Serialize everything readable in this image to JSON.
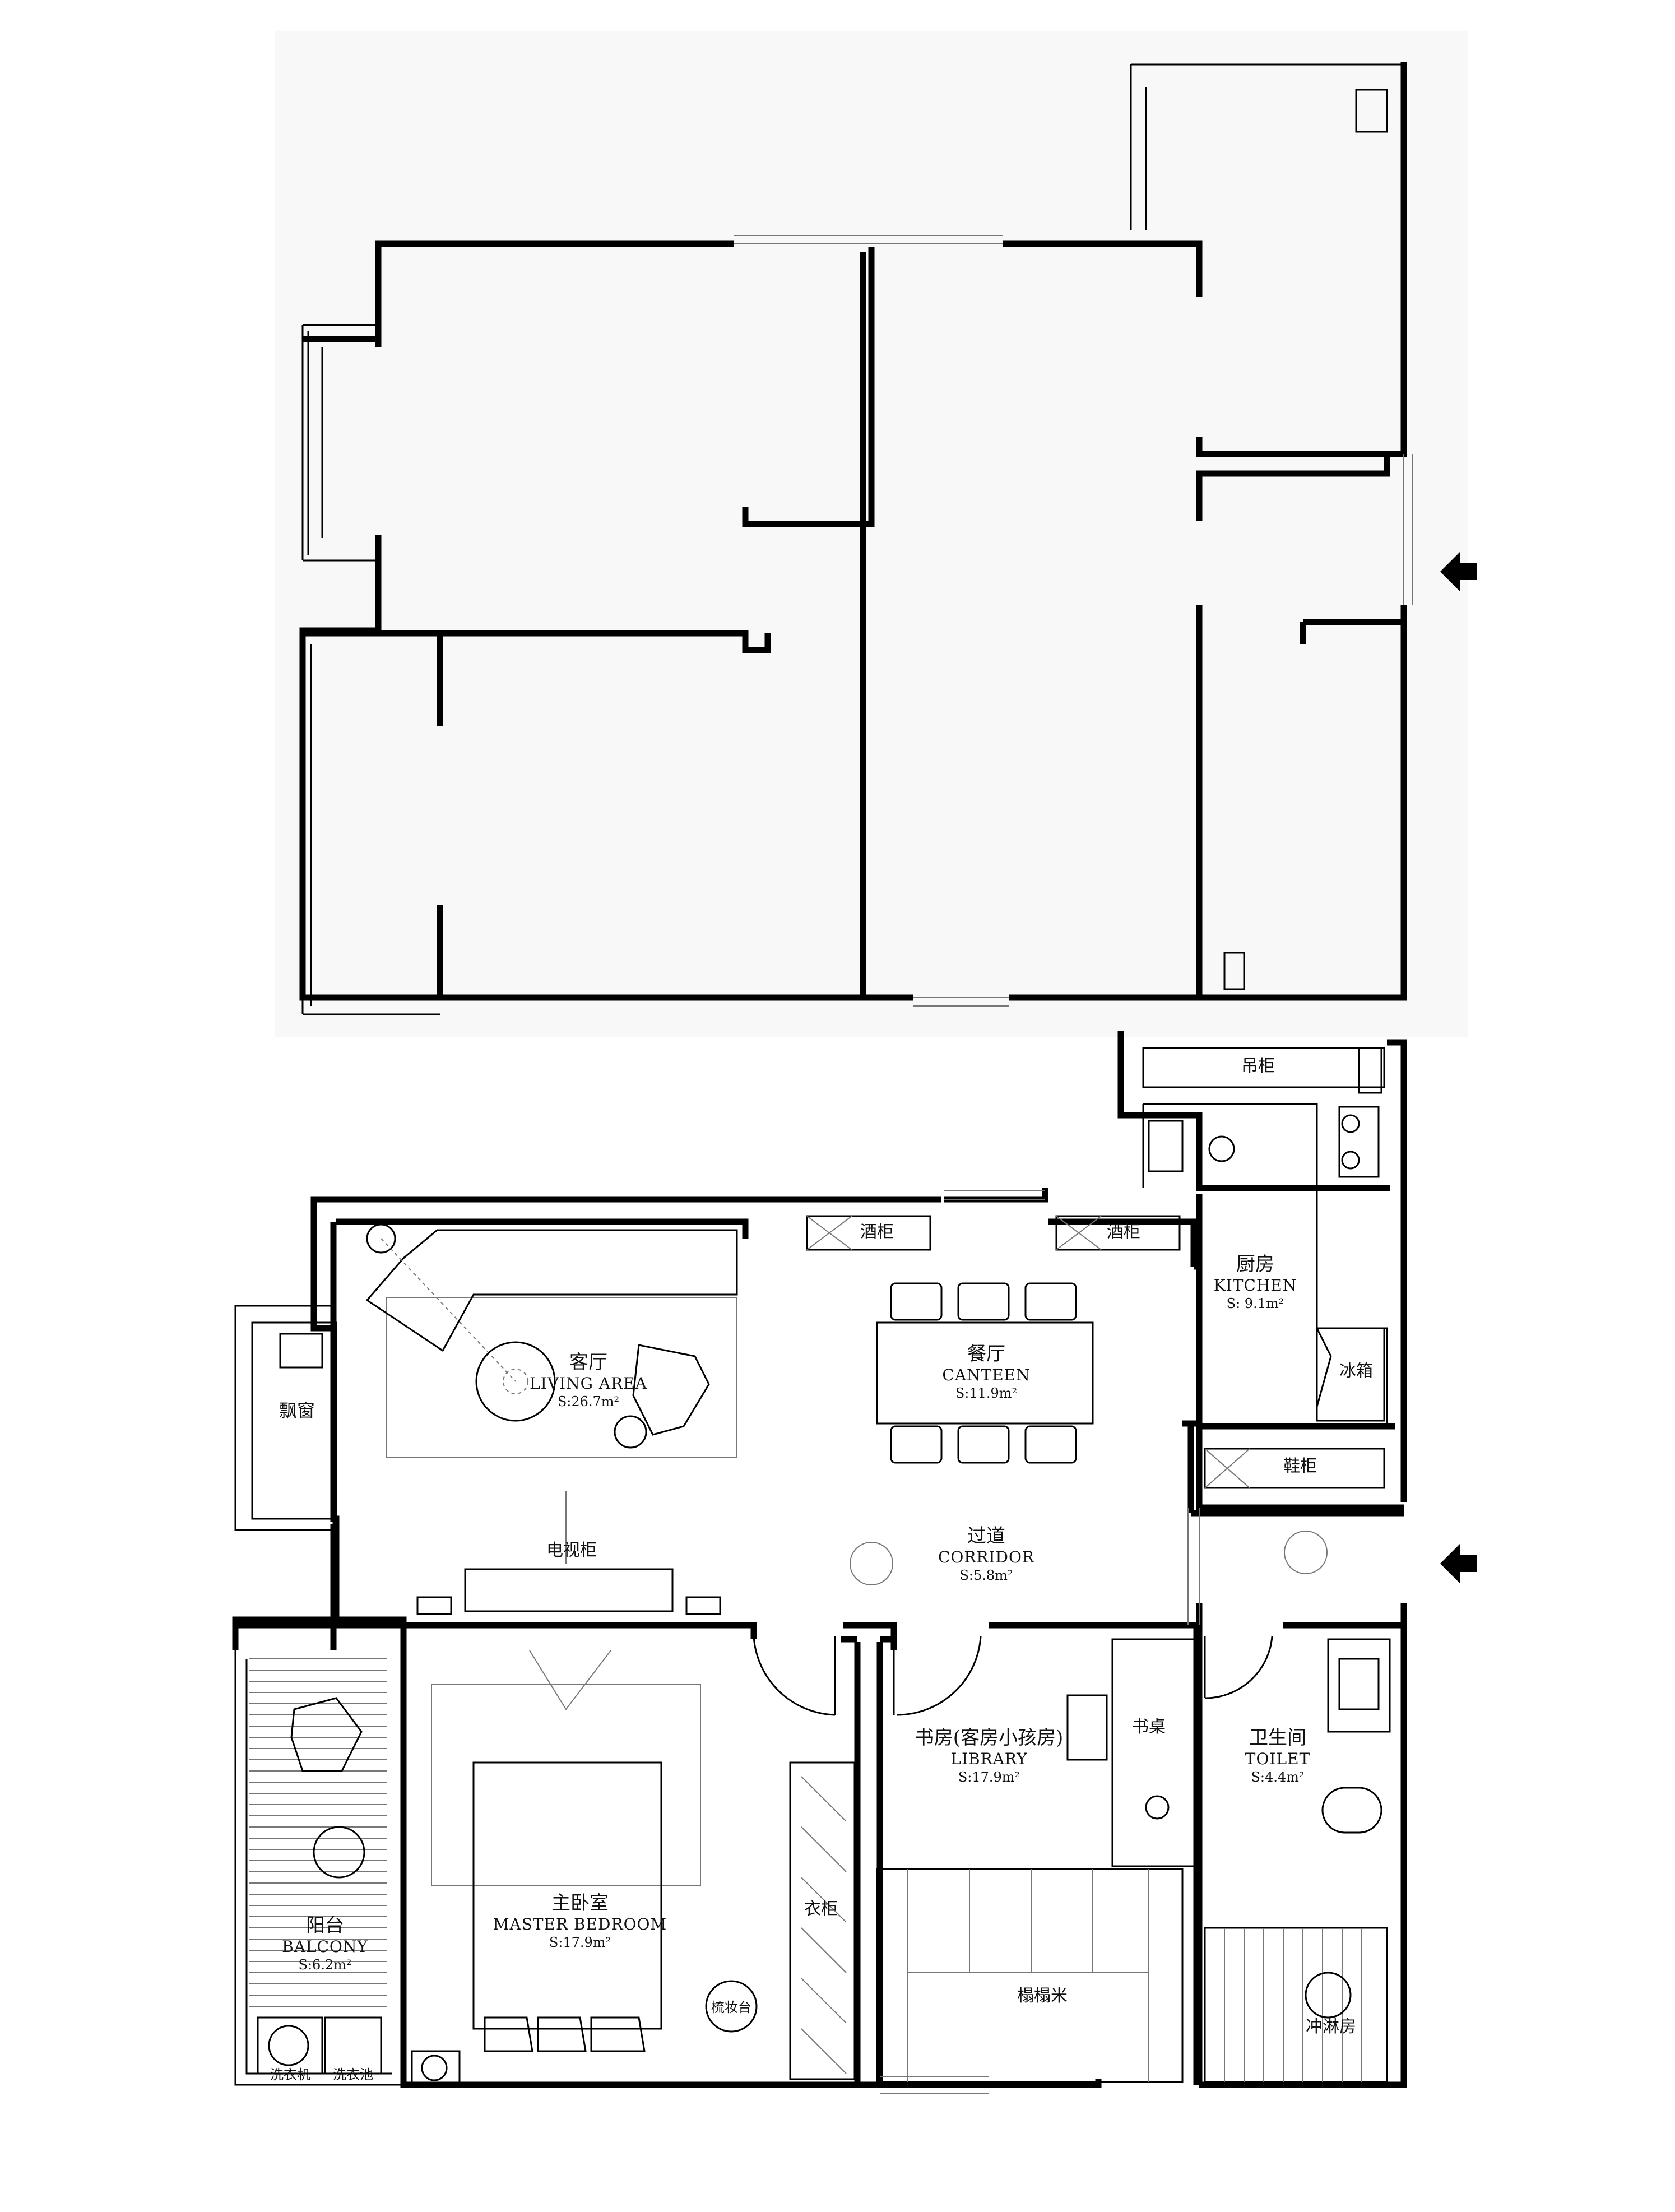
{
  "rooms": {
    "living": {
      "cn": "客厅",
      "en": "LIVING  AREA",
      "area": "S:26.7m²"
    },
    "canteen": {
      "cn": "餐厅",
      "en": "CANTEEN",
      "area": "S:11.9m²"
    },
    "kitchen": {
      "cn": "厨房",
      "en": "KITCHEN",
      "area": "S: 9.1m²"
    },
    "corridor": {
      "cn": "过道",
      "en": "CORRIDOR",
      "area": "S:5.8m²"
    },
    "master": {
      "cn": "主卧室",
      "en": "MASTER BEDROOM",
      "area": "S:17.9m²"
    },
    "library": {
      "cn": "书房(客房小孩房)",
      "en": "LIBRARY",
      "area": "S:17.9m²"
    },
    "toilet": {
      "cn": "卫生间",
      "en": "TOILET",
      "area": "S:4.4m²"
    },
    "balcony": {
      "cn": "阳台",
      "en": "BALCONY",
      "area": "S:6.2m²"
    }
  },
  "labels": {
    "wine_cabinet_1": "酒柜",
    "wine_cabinet_2": "酒柜",
    "wall_cabinet": "吊柜",
    "fridge": "冰箱",
    "shoe_cabinet": "鞋柜",
    "bay_window": "飘窗",
    "tv_cabinet": "电视柜",
    "wardrobe": "衣柜",
    "desk": "书桌",
    "tatami": "榻榻米",
    "shower": "冲淋房",
    "vanity": "梳妆台",
    "washer": "洗衣机",
    "laundry_sink": "洗衣池"
  },
  "colors": {
    "wall": "#000000",
    "background": "#ffffff",
    "upper_bg": "#f8f8f8"
  },
  "icons": [
    "entrance-arrow-icon",
    "entrance-arrow-icon"
  ]
}
